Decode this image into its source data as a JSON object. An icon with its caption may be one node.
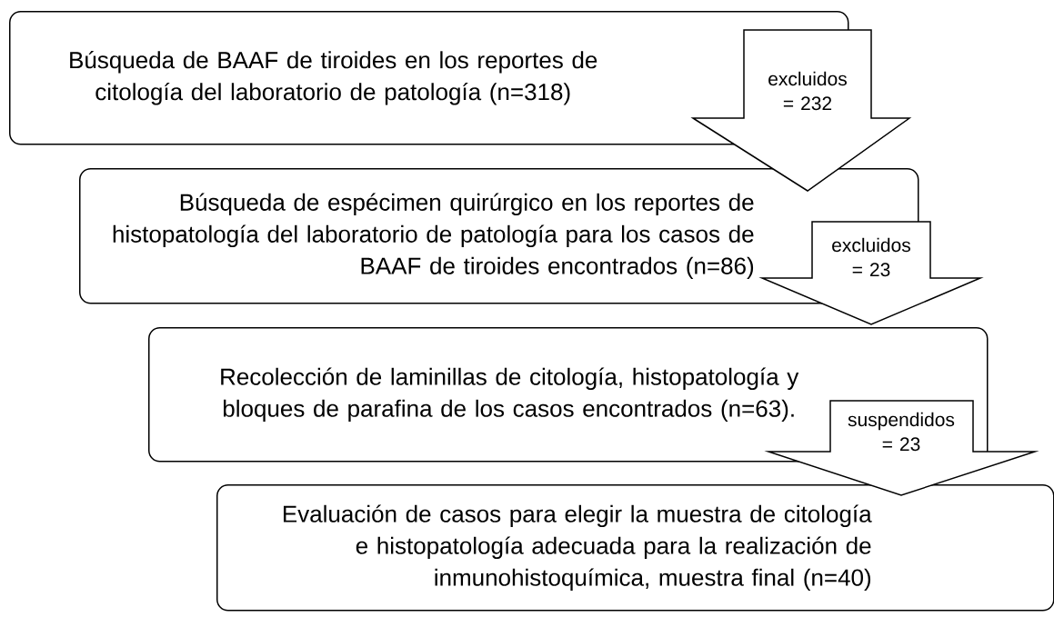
{
  "diagram": {
    "nodes": [
      {
        "text": [
          "Búsqueda de BAAF de tiroides en los reportes de citología del laboratorio de patología (n=318)"
        ]
      },
      {
        "text": [
          "Búsqueda de espécimen quirúrgico en los reportes de histopatología del laboratorio de patología para los casos de BAAF de tiroides encontrados (n=86)"
        ]
      },
      {
        "text": [
          "Recolección de laminillas de citología, histopatología y bloques de parafina de los casos encontrados (n=63)."
        ]
      },
      {
        "text": [
          "Evaluación de casos para elegir la muestra de citología e histopatología adecuada para la realización de inmunohistoquímica, muestra final (n=40)"
        ]
      }
    ],
    "edges": [
      {
        "from": 0,
        "to": 1,
        "arrow": "to",
        "label": "excluidos = 232"
      },
      {
        "from": 1,
        "to": 2,
        "arrow": "to",
        "label": "excluidos = 23"
      },
      {
        "from": 2,
        "to": 3,
        "arrow": "to",
        "label": "suspendidos = 23"
      }
    ]
  }
}
